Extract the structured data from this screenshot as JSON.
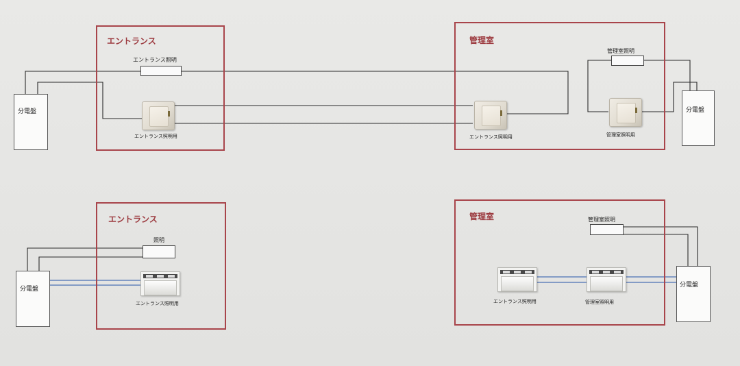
{
  "top": {
    "room_entrance_title": "エントランス",
    "room_office_title": "管理室",
    "panel_left_label": "分電盤",
    "panel_right_label": "分電盤",
    "lamp_entrance_label": "エントランス照明",
    "lamp_office_label": "管理室照明",
    "switch_entrance_label": "エントランス照明用",
    "switch_office_entrance_label": "エントランス照明用",
    "switch_office_label": "管理室照明用"
  },
  "bottom": {
    "room_entrance_title": "エントランス",
    "room_office_title": "管理室",
    "panel_left_label": "分電盤",
    "panel_right_label": "分電盤",
    "lamp_entrance_label": "照明",
    "lamp_office_label": "管理室照明",
    "switch_entrance_label": "エントランス照明用",
    "switch_office_entrance_label": "エントランス照明用",
    "switch_office_label": "管理室照明用"
  },
  "colors": {
    "room_border": "#a8444a",
    "room_title": "#9c3a3f",
    "wire": "#2a2a2a",
    "signal_wire": "#4a6fb5"
  }
}
